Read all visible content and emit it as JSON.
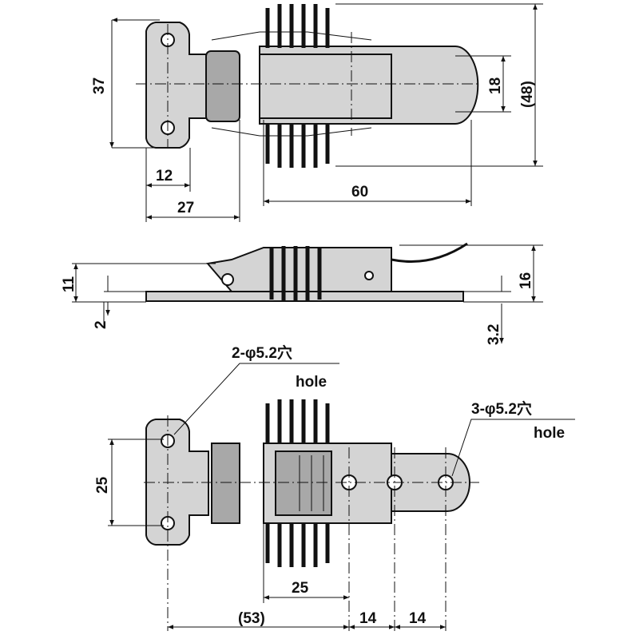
{
  "top_view": {
    "dim_height": "37",
    "dim_tip_width": "18",
    "dim_overall_height": "(48)",
    "dim_hole_offset": "12",
    "dim_base_length": "27",
    "dim_latch_length": "60"
  },
  "side_view": {
    "dim_height_11": "11",
    "dim_thickness": "2",
    "dim_overall_height": "16",
    "dim_plate_thickness": "3.2"
  },
  "bottom_view": {
    "hole_note_left": "2-φ5.2穴",
    "hole_note_left_en": "hole",
    "hole_note_right": "3-φ5.2穴",
    "hole_note_right_en": "hole",
    "dim_hole_spacing": "25",
    "dim_spring_width": "25",
    "dim_overall_length": "(53)",
    "dim_pitch_1": "14",
    "dim_pitch_2": "14"
  }
}
